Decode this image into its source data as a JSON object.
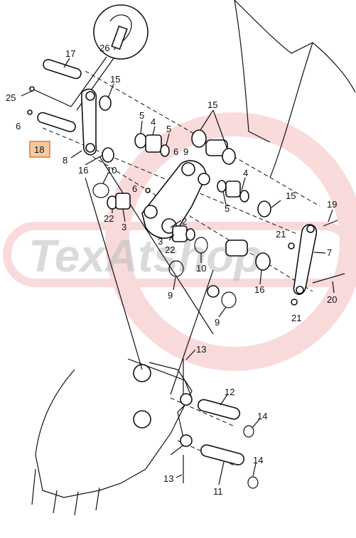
{
  "watermark": {
    "text": "TexAtshop",
    "color": "#e3383c"
  },
  "highlight": {
    "part": "18",
    "fill": "#f6c9a3",
    "border": "#e07b2a"
  },
  "callouts": [
    {
      "id": "c17",
      "label": "17"
    },
    {
      "id": "c26",
      "label": "26"
    },
    {
      "id": "c25",
      "label": "25"
    },
    {
      "id": "c15a",
      "label": "15"
    },
    {
      "id": "c6a",
      "label": "6"
    },
    {
      "id": "c18",
      "label": "18"
    },
    {
      "id": "c8",
      "label": "8"
    },
    {
      "id": "c16a",
      "label": "16"
    },
    {
      "id": "c10a",
      "label": "10"
    },
    {
      "id": "c5a",
      "label": "5"
    },
    {
      "id": "c4a",
      "label": "4"
    },
    {
      "id": "c5b",
      "label": "5"
    },
    {
      "id": "c15b",
      "label": "15"
    },
    {
      "id": "c6b",
      "label": "6"
    },
    {
      "id": "c9a",
      "label": "9"
    },
    {
      "id": "c4b",
      "label": "4"
    },
    {
      "id": "c6c",
      "label": "6"
    },
    {
      "id": "c15c",
      "label": "15"
    },
    {
      "id": "c5c",
      "label": "5"
    },
    {
      "id": "c22a",
      "label": "22"
    },
    {
      "id": "c3a",
      "label": "3"
    },
    {
      "id": "c2",
      "label": "2"
    },
    {
      "id": "c19",
      "label": "19"
    },
    {
      "id": "c3b",
      "label": "3"
    },
    {
      "id": "c22b",
      "label": "22"
    },
    {
      "id": "c21a",
      "label": "21"
    },
    {
      "id": "c7",
      "label": "7"
    },
    {
      "id": "c10b",
      "label": "10"
    },
    {
      "id": "c16b",
      "label": "16"
    },
    {
      "id": "c9b",
      "label": "9"
    },
    {
      "id": "c9c",
      "label": "9"
    },
    {
      "id": "c20",
      "label": "20"
    },
    {
      "id": "c21b",
      "label": "21"
    },
    {
      "id": "c13a",
      "label": "13"
    },
    {
      "id": "c12",
      "label": "12"
    },
    {
      "id": "c14a",
      "label": "14"
    },
    {
      "id": "c14b",
      "label": "14"
    },
    {
      "id": "c13b",
      "label": "13"
    },
    {
      "id": "c11",
      "label": "11"
    }
  ]
}
